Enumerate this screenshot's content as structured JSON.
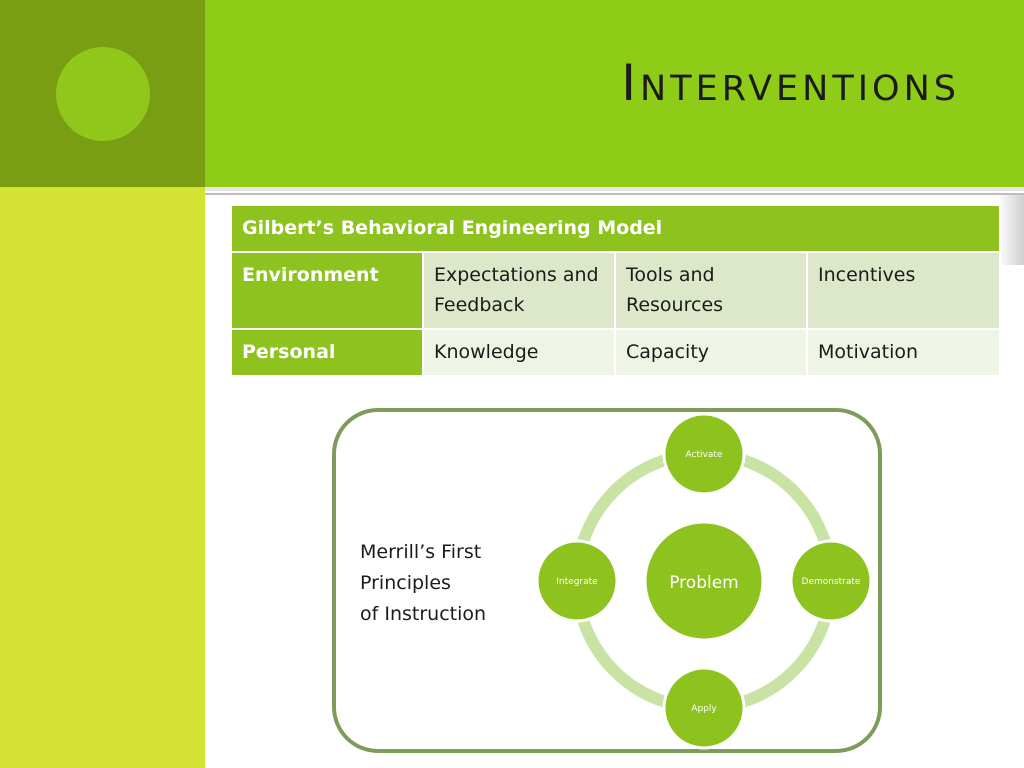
{
  "slide": {
    "title": "Interventions",
    "colors": {
      "title_band": "#8fcc17",
      "corner": "#7a9e13",
      "side_band": "#d4e234",
      "accent": "#8dc21f",
      "frame": "#7e9b5b"
    }
  },
  "table": {
    "header": "Gilbert’s Behavioral Engineering Model",
    "rows": [
      {
        "label": "Environment",
        "cells": [
          "Expectations and Feedback",
          "Tools and Resources",
          "Incentives"
        ]
      },
      {
        "label": "Personal",
        "cells": [
          "Knowledge",
          "Capacity",
          "Motivation"
        ]
      }
    ]
  },
  "diagram": {
    "caption_lines": [
      "Merrill’s First",
      "Principles",
      "of Instruction"
    ],
    "center": "Problem",
    "nodes": [
      "Activate",
      "Demonstrate",
      "Apply",
      "Integrate"
    ]
  }
}
